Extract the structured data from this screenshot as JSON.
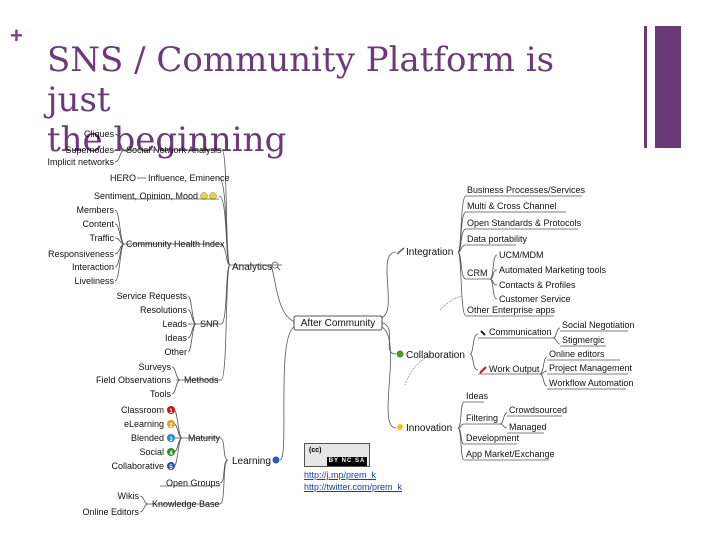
{
  "slide": {
    "bullet": "+",
    "title_line1": "SNS / Community Platform is just",
    "title_line2": "the beginning",
    "accent_color": "#6a3a78"
  },
  "map": {
    "center": "After Community",
    "analytics": {
      "label": "Analytics",
      "sna": {
        "label": "Social Network Analysis",
        "items": [
          "Cliques",
          "Supernodes",
          "Implicit networks"
        ]
      },
      "influence": {
        "label": "Influence, Eminence",
        "items": [
          "HERO"
        ]
      },
      "sentiment": {
        "label": "Sentiment, Opinion, Mood"
      },
      "health": {
        "label": "Community Health Index",
        "items": [
          "Members",
          "Content",
          "Traffic",
          "Responsiveness",
          "Interaction",
          "Liveliness"
        ]
      },
      "snr": {
        "label": "SNR",
        "items": [
          "Service Requests",
          "Resolutions",
          "Leads",
          "Ideas",
          "Other"
        ]
      },
      "methods": {
        "label": "Methods",
        "items": [
          "Surveys",
          "Field Observations",
          "Tools"
        ]
      }
    },
    "learning": {
      "label": "Learning",
      "maturity": {
        "label": "Maturity",
        "items": [
          "Classroom",
          "eLearning",
          "Blended",
          "Social",
          "Collaborative"
        ],
        "badges": [
          "1",
          "2",
          "3",
          "4",
          "5"
        ]
      },
      "open_groups": {
        "label": "Open Groups"
      },
      "kb": {
        "label": "Knowledge Base",
        "items": [
          "Wikis",
          "Online Editors"
        ]
      }
    },
    "integration": {
      "label": "Integration",
      "items": [
        "Business Processes/Services",
        "Multi & Cross Channel",
        "Open Standards & Protocols",
        "Data portability"
      ],
      "crm": {
        "label": "CRM",
        "items": [
          "UCM/MDM",
          "Automated Marketing tools",
          "Contacts & Profiles",
          "Customer Service"
        ]
      },
      "other": "Other Enterprise apps"
    },
    "collaboration": {
      "label": "Collaboration",
      "communication": {
        "label": "Communication",
        "items": [
          "Social Negotiation",
          "Stigmergic"
        ]
      },
      "work_output": {
        "label": "Work Output",
        "items": [
          "Online editors",
          "Project Management",
          "Workflow Automation"
        ]
      }
    },
    "innovation": {
      "label": "Innovation",
      "ideas": "Ideas",
      "filtering": {
        "label": "Filtering",
        "items": [
          "Crowdsourced",
          "Managed"
        ]
      },
      "development": "Development",
      "market": "App Market/Exchange"
    },
    "license": {
      "by": "BY",
      "nc": "NC",
      "sa": "SA",
      "link1": "http://j.mp/prem_k",
      "link2": "http://twitter.com/prem_k"
    }
  }
}
